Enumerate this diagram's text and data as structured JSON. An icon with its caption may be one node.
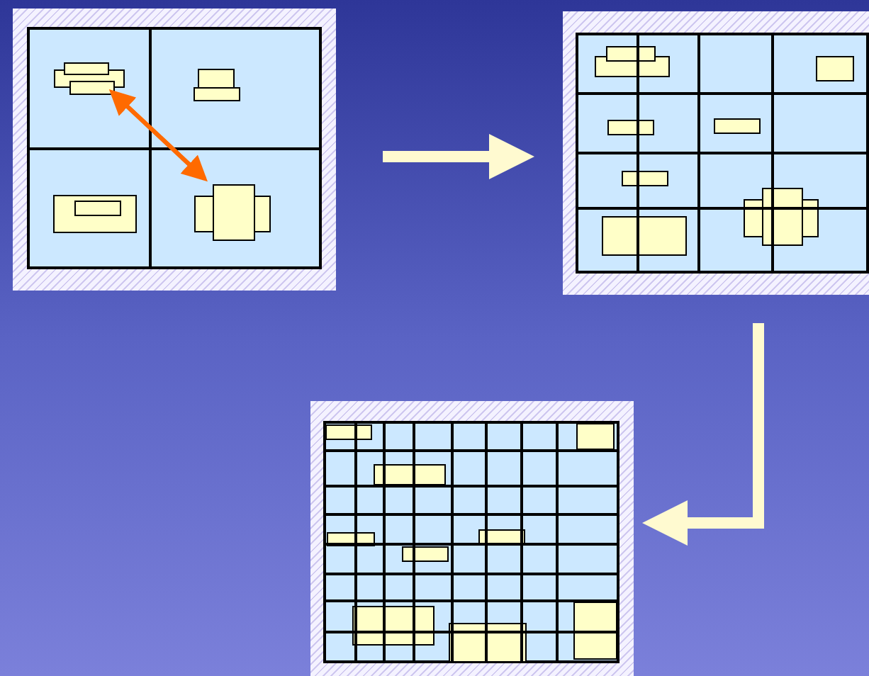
{
  "diagram": {
    "nodes": [
      {
        "text": [],
        "shape": "picture"
      },
      {
        "text": [],
        "shape": "box",
        "in": 0
      },
      {
        "text": [],
        "shape": "box",
        "in": 0
      },
      {
        "text": [],
        "shape": "picture"
      },
      {
        "text": [],
        "shape": "picture"
      }
    ],
    "edges": [
      {
        "from": 1,
        "to": 2,
        "arrow": "to",
        "color": "#ff6a00"
      },
      {
        "from": 2,
        "to": 1,
        "arrow": "to",
        "color": "#ff6a00"
      },
      {
        "from": 0,
        "to": 3,
        "arrow": "to",
        "style": "thick",
        "color": "#fffad0"
      },
      {
        "from": 3,
        "to": 4,
        "arrow": "to",
        "style": "thick",
        "color": "#fffad0"
      }
    ]
  }
}
